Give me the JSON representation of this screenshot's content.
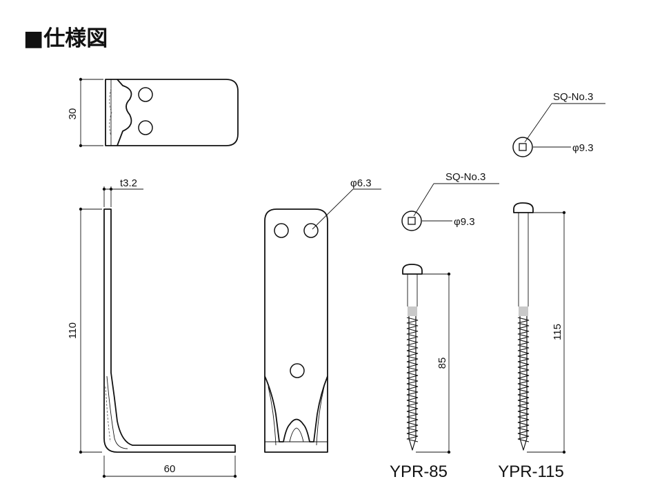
{
  "title": "■仕様図",
  "dimensions": {
    "height_plate": "30",
    "height_bracket": "110",
    "thickness": "t3.2",
    "width_base": "60",
    "hole_dia": "φ6.3",
    "screw_short_len": "85",
    "screw_long_len": "115"
  },
  "screw_heads": {
    "short": {
      "drive": "SQ-No.3",
      "head_dia": "φ9.3"
    },
    "long": {
      "drive": "SQ-No.3",
      "head_dia": "φ9.3"
    }
  },
  "models": {
    "short": "YPR-85",
    "long": "YPR-115"
  }
}
